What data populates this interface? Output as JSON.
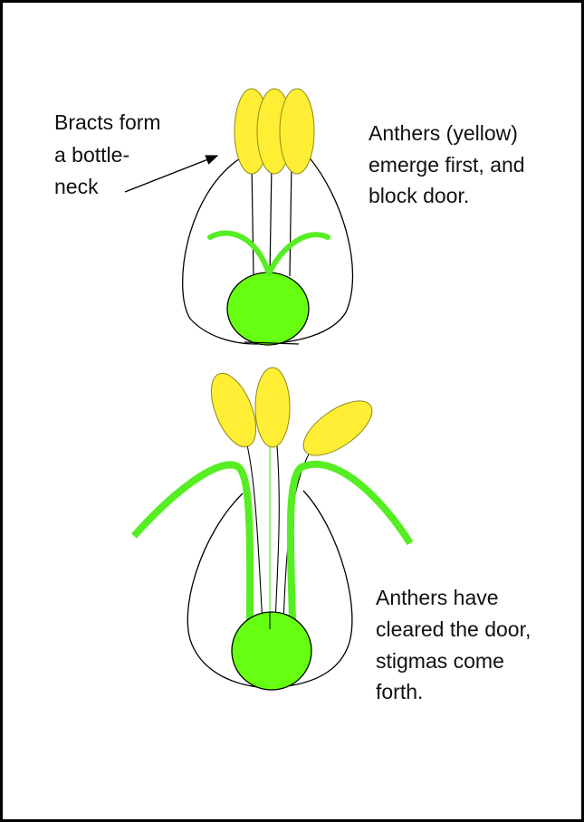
{
  "colors": {
    "anther": "#ffee33",
    "anther_stroke": "#8a8a1a",
    "ovary": "#66ff11",
    "stigma": "#55ee22",
    "bract_stroke": "#000000",
    "frame": "#000000",
    "text": "#111111"
  },
  "labels": {
    "bracts": [
      "Bracts form",
      "a bottle-",
      "neck"
    ],
    "stage1": [
      "Anthers (yellow)",
      "emerge first, and",
      "block door."
    ],
    "stage2": [
      "Anthers have",
      "cleared the door,",
      "stigmas come",
      "forth."
    ]
  }
}
